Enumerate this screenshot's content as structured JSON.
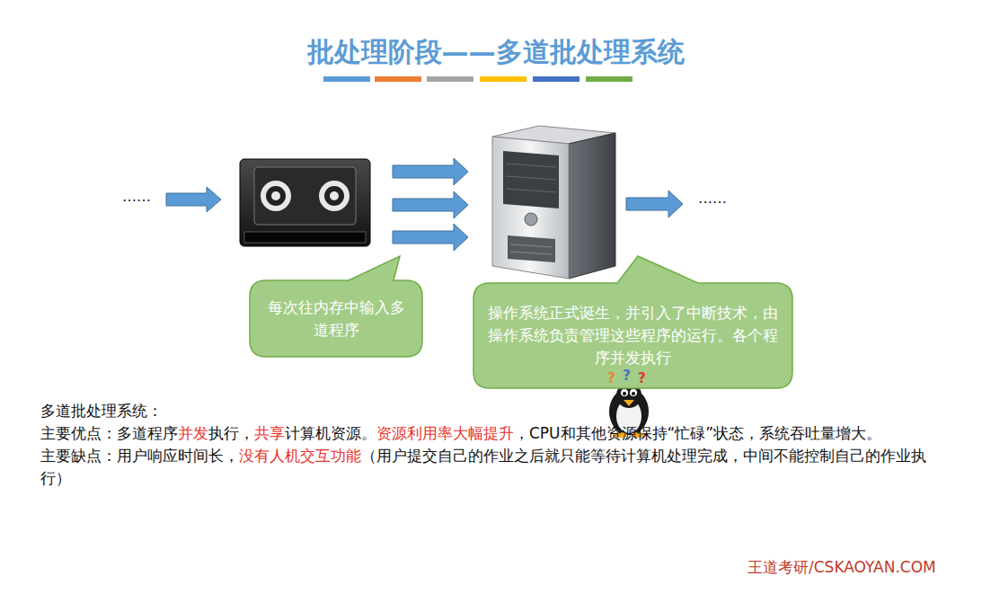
{
  "diagram": {
    "title": "批处理阶段——多道批处理系统",
    "nodes": [
      {
        "text": [
          "每次往内存中输入多道程序"
        ]
      },
      {
        "text": [
          "操作系统正式诞生，并引入了中断技术，由操作系统负责管理这些程序的运行。各个程序并发执行"
        ]
      }
    ],
    "edges": [],
    "labels": [
      "……",
      "……",
      "?",
      "?",
      "?",
      "多道批处理系统：",
      "主要优点：多道程序",
      "并发",
      "执行，",
      "共享",
      "计算机资源。",
      "资源利用率大幅提升",
      "，CPU和其他资源保持“忙碌”状态，系统吞吐量增大。",
      "主要缺点：用户响应时间长，",
      "没有人机交互功能",
      "（用户提交自己的作业之后就只能等待计算机处理完成，中间不能控制自己的作业执行）",
      "王道考研/CSKAOYAN.COM"
    ]
  }
}
